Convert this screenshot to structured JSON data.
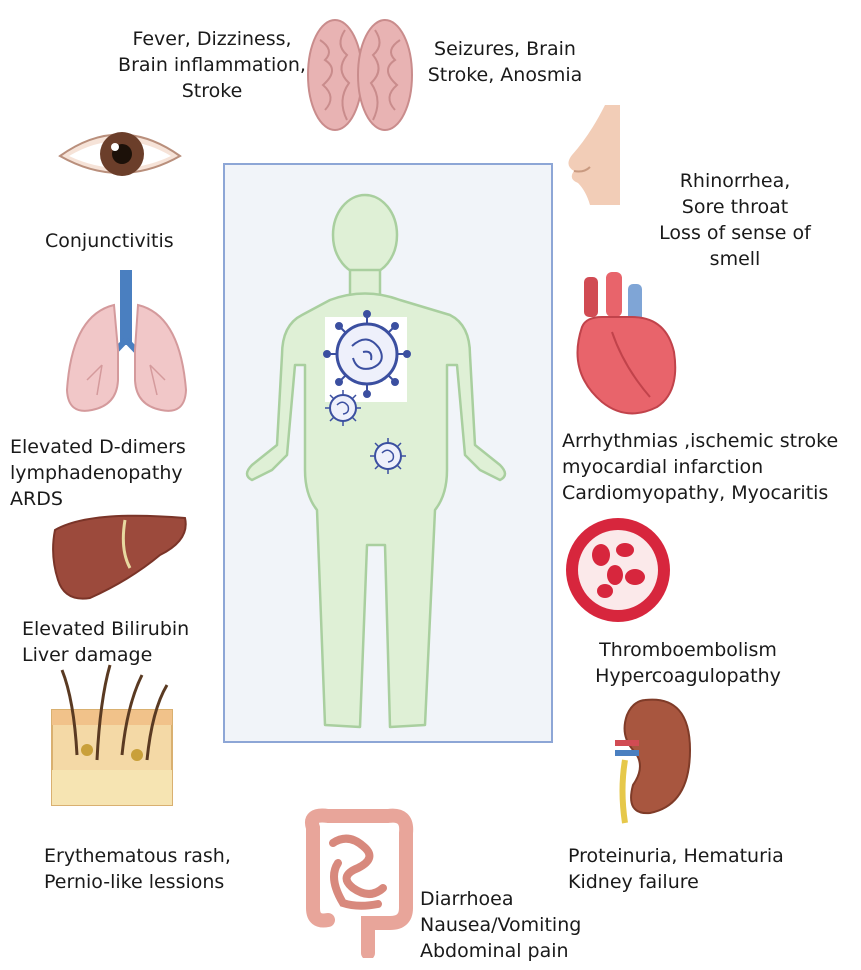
{
  "labels": {
    "brain_left": [
      "Fever, Dizziness,",
      "Brain inflammation,",
      "Stroke"
    ],
    "brain_right": [
      "Seizures, Brain",
      "Stroke, Anosmia"
    ],
    "eye": [
      "Conjunctivitis"
    ],
    "nose": [
      "Rhinorrhea,",
      "Sore throat",
      "Loss of  sense of",
      "smell"
    ],
    "lungs": [
      "Elevated D-dimers",
      "lymphadenopathy",
      "ARDS"
    ],
    "heart": [
      "Arrhythmias ,ischemic stroke",
      "myocardial infarction",
      "Cardiomyopathy, Myocaritis"
    ],
    "liver": [
      "Elevated Bilirubin",
      "Liver damage"
    ],
    "blood": [
      "Thromboembolism",
      "Hypercoagulopathy"
    ],
    "skin": [
      "Erythematous rash,",
      "Pernio-like lessions"
    ],
    "kidney": [
      "Proteinuria, Hematuria",
      "Kidney failure"
    ],
    "intestine": [
      "Diarrhoea",
      "Nausea/Vomiting",
      "Abdominal pain"
    ]
  },
  "colors": {
    "frame_border": "#8da6d6",
    "body_fill": "#dff0d6",
    "body_stroke": "#a9cf9f",
    "virus": "#3b4fa0",
    "brain": "#e8b3b3",
    "heart": "#e8646b",
    "blood_cell": "#d7263d",
    "liver": "#9c4a3c",
    "kidney": "#a8563f",
    "intestine": "#e8a59a",
    "lungs": "#f1c7c8",
    "trachea": "#4a7fc0"
  }
}
